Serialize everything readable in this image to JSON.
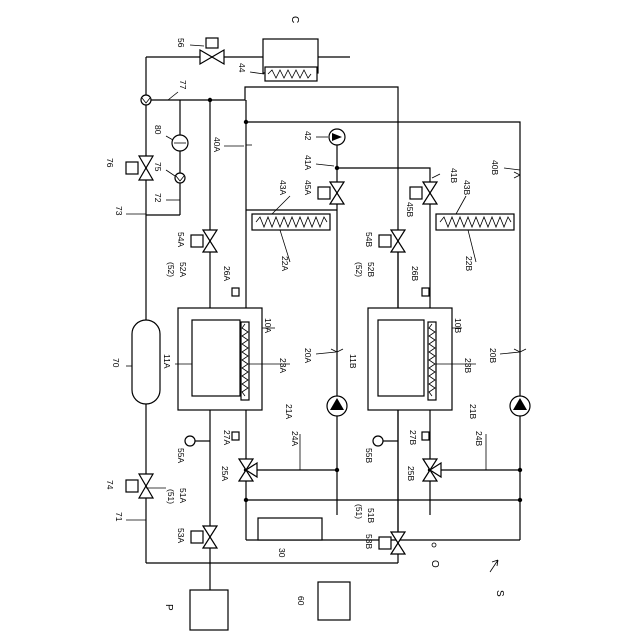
{
  "figure": {
    "labels": {
      "C": "C",
      "P": "P",
      "S": "S",
      "O": "O",
      "l56": "56",
      "l44": "44",
      "l77": "77",
      "l80": "80",
      "l76": "76",
      "l75": "75",
      "l72": "72",
      "l73": "73",
      "l40A": "40A",
      "l42": "42",
      "l41A": "41A",
      "l45A": "45A",
      "l43A": "43A",
      "l54A": "54A",
      "l52a": "(52)",
      "l52A": "52A",
      "l26A": "26A",
      "l22A": "22A",
      "l10A": "10A",
      "l11A": "11A",
      "l23A": "23A",
      "l20A": "20A",
      "l70": "70",
      "l21A": "21A",
      "l55A": "55A",
      "l27A": "27A",
      "l24A": "24A",
      "l25A": "25A",
      "l51a": "(51)",
      "l51A": "51A",
      "l74": "74",
      "l71": "71",
      "l53A": "53A",
      "l30": "30",
      "l60": "60",
      "l41B": "41B",
      "l40B": "40B",
      "l45B": "45B",
      "l43B": "43B",
      "l54B": "54B",
      "l52b": "(52)",
      "l52B": "52B",
      "l26B": "26B",
      "l22B": "22B",
      "l10B": "10B",
      "l11B": "11B",
      "l23B": "23B",
      "l20B": "20B",
      "l21B": "21B",
      "l55B": "55B",
      "l27B": "27B",
      "l24B": "24B",
      "l25B": "25B",
      "l51b": "(51)",
      "l51B": "51B",
      "l53B": "53B"
    }
  }
}
